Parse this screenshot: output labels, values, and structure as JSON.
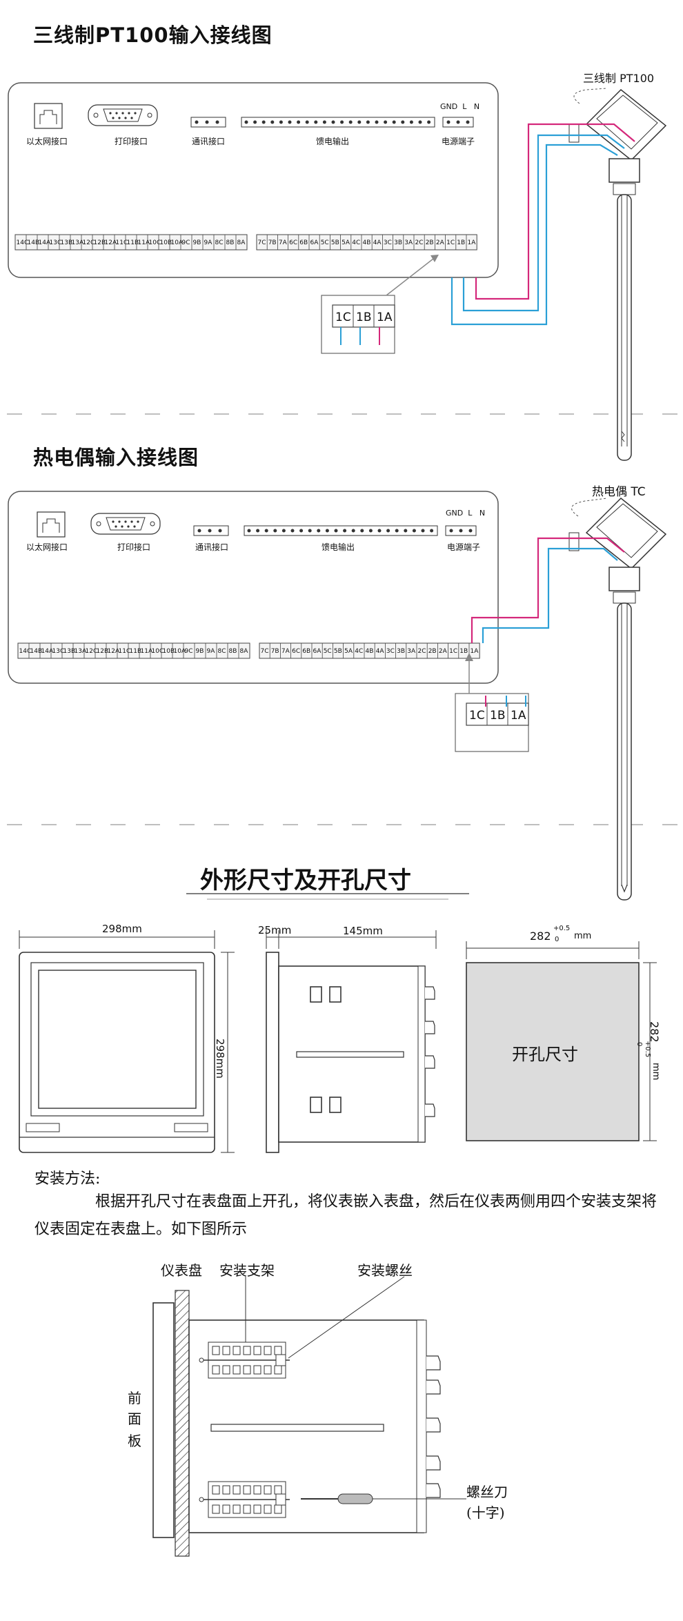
{
  "section1": {
    "title": "三线制PT100输入接线图",
    "sensor_label": "三线制 PT100",
    "ports": [
      "以太网接口",
      "打印接口",
      "通讯接口",
      "馈电输出",
      "电源端子"
    ],
    "power_pins": "GND  L   N",
    "left_terminals": [
      "14C",
      "14B",
      "14A",
      "13C",
      "13B",
      "13A",
      "12C",
      "12B",
      "12A",
      "11C",
      "11B",
      "11A",
      "10C",
      "10B",
      "10A",
      "9C",
      "9B",
      "9A",
      "8C",
      "8B",
      "8A"
    ],
    "right_terminals": [
      "7C",
      "7B",
      "7A",
      "6C",
      "6B",
      "6A",
      "5C",
      "5B",
      "5A",
      "4C",
      "4B",
      "4A",
      "3C",
      "3B",
      "3A",
      "2C",
      "2B",
      "2A",
      "1C",
      "1B",
      "1A"
    ],
    "zoom_terminals": [
      "1C",
      "1B",
      "1A"
    ]
  },
  "section2": {
    "title": "热电偶输入接线图",
    "sensor_label": "热电偶 TC",
    "ports": [
      "以太网接口",
      "打印接口",
      "通讯接口",
      "馈电输出",
      "电源端子"
    ],
    "power_pins": "GND  L   N",
    "left_terminals": [
      "14C",
      "14B",
      "14A",
      "13C",
      "13B",
      "13A",
      "12C",
      "12B",
      "12A",
      "11C",
      "11B",
      "11A",
      "10C",
      "10B",
      "10A",
      "9C",
      "9B",
      "9A",
      "8C",
      "8B",
      "8A"
    ],
    "right_terminals": [
      "7C",
      "7B",
      "7A",
      "6C",
      "6B",
      "6A",
      "5C",
      "5B",
      "5A",
      "4C",
      "4B",
      "4A",
      "3C",
      "3B",
      "3A",
      "2C",
      "2B",
      "2A",
      "1C",
      "1B",
      "1A"
    ],
    "zoom_terminals": [
      "1C",
      "1B",
      "1A"
    ]
  },
  "section3": {
    "title": "外形尺寸及开孔尺寸",
    "front_width": "298mm",
    "front_height": "298mm",
    "side_thickness": "25mm",
    "side_depth": "145mm",
    "cutout_width": "282",
    "cutout_height": "282",
    "tolerance_upper": "+0.5",
    "tolerance_lower": "0",
    "unit": "mm",
    "cutout_label": "开孔尺寸"
  },
  "install": {
    "heading": "安装方法:",
    "text": "根据开孔尺寸在表盘面上开孔，将仪表嵌入表盘，然后在仪表两侧用四个安装支架将仪表固定在表盘上。如下图所示",
    "labels": {
      "panel": "仪表盘",
      "bracket": "安装支架",
      "screw": "安装螺丝",
      "front_chars": [
        "前",
        "面",
        "板"
      ],
      "screwdriver": "螺丝刀",
      "screwdriver_note": "(十字)"
    }
  },
  "colors": {
    "magenta": "#d4277a",
    "blue": "#2a9fd6",
    "box_stroke": "#555555"
  }
}
